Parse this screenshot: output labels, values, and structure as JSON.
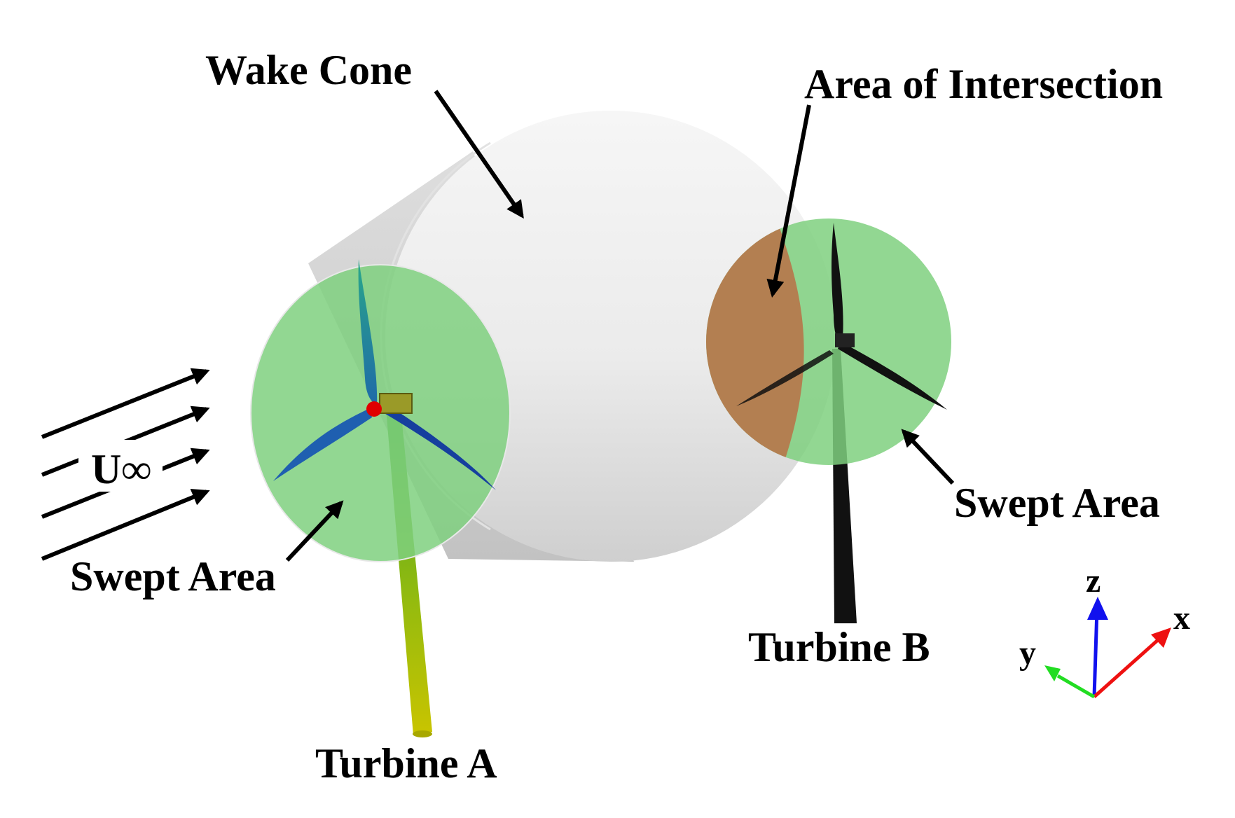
{
  "labels": {
    "wake_cone": "Wake Cone",
    "area_of_intersection": "Area of Intersection",
    "swept_area_a": "Swept Area",
    "swept_area_b": "Swept Area",
    "freestream": "U∞",
    "turbine_a": "Turbine A",
    "turbine_b": "Turbine B"
  },
  "axes": {
    "x": "x",
    "y": "y",
    "z": "z"
  },
  "colors": {
    "swept_area": "#7fd07f",
    "wake_cone": "#ebebeb",
    "intersection": "#b57a4e",
    "turbine_b": "#111111",
    "tower_a": "#b5c200",
    "blade_a": "#1f5fb0",
    "hub_a": "#e00000",
    "axis_x": "#ee1111",
    "axis_y": "#22dd22",
    "axis_z": "#1111ee"
  }
}
